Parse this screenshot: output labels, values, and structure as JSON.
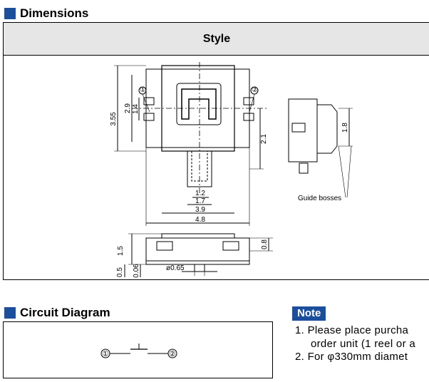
{
  "sections": {
    "dimensions_title": "Dimensions",
    "style_header": "Style",
    "circuit_title": "Circuit Diagram",
    "note_title": "Note"
  },
  "drawing": {
    "callouts": [
      "①",
      "②"
    ],
    "dimensions_top": [
      "3.55",
      "2.9",
      "1.4",
      "2.1",
      "1.2",
      "1.7",
      "3.9",
      "4.8"
    ],
    "dimensions_side": [
      "1.8"
    ],
    "guide_bosses_label": "Guide bosses",
    "dimensions_bottom": [
      "1.5",
      "0.8",
      "0.5",
      "0.06",
      "ø0.65"
    ]
  },
  "circuit": {
    "terminal1": "①",
    "terminal2": "②"
  },
  "notes": {
    "line1a": "1. Please place purcha",
    "line1b": "order unit (1 reel or a",
    "line2": "2. For φ330mm diamet"
  },
  "colors": {
    "accent": "#1b4f9c",
    "header_bg": "#e6e6e6"
  }
}
